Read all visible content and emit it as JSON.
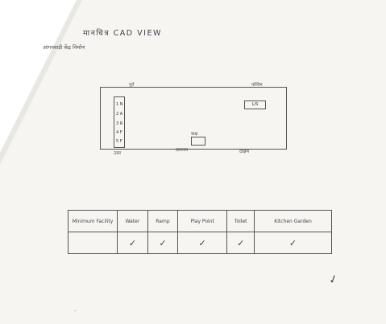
{
  "document": {
    "title": "मानचित्र CAD VIEW",
    "subtitle": "आंगनवाड़ी केंद्र निर्माण",
    "plan": {
      "labels": {
        "top_left": "पूर्व",
        "top_right": "पश्चिम",
        "bottom_left": "उत्तर",
        "bottom_mid": "दरवाजा",
        "bottom_right": "दक्षिण",
        "small_box": "L/S",
        "rect_label": "कक्ष"
      },
      "rack_items": [
        "1 N",
        "2 A",
        "3 R",
        "4 F",
        "5 F"
      ]
    },
    "table": {
      "headers": [
        "Minimum Facility",
        "Water",
        "Ramp",
        "Play Point",
        "Toilet",
        "Kitchen Garden"
      ],
      "ticks": [
        "",
        "✓",
        "✓",
        "✓",
        "✓",
        "✓"
      ]
    },
    "signature": "✓",
    "bottom_dash": "-"
  }
}
